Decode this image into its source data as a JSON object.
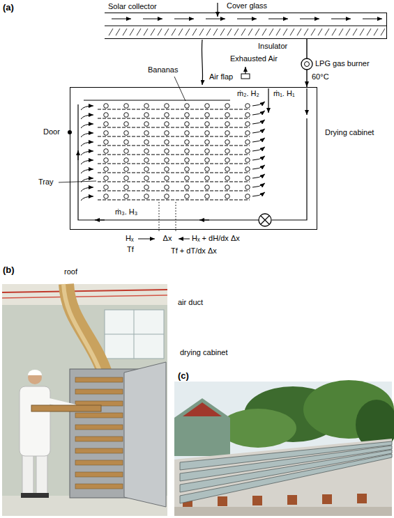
{
  "diagram": {
    "nodes": [
      {
        "text": [
          "Solar collector"
        ]
      },
      {
        "text": [
          "Drying cabinet"
        ]
      }
    ],
    "edges": [
      {
        "from": 0,
        "to": 1,
        "arrow": "to"
      }
    ],
    "labels": [
      "(a)",
      "Cover glass",
      "Insulator",
      "Exhausted Air",
      "Bananas",
      "Air flap",
      "LPG gas burner",
      "60°C",
      "Door",
      "Tray",
      "ṁ₂. H₂",
      "ṁ₁. H₁",
      "ṁ₃. H₃",
      "Hₓ",
      "Tf",
      "Δx",
      "Hₓ + dH/dx Δx",
      "Tf + dT/dx Δx",
      "(b)",
      "roof",
      "air duct",
      "drying cabinet",
      "(c)"
    ]
  }
}
